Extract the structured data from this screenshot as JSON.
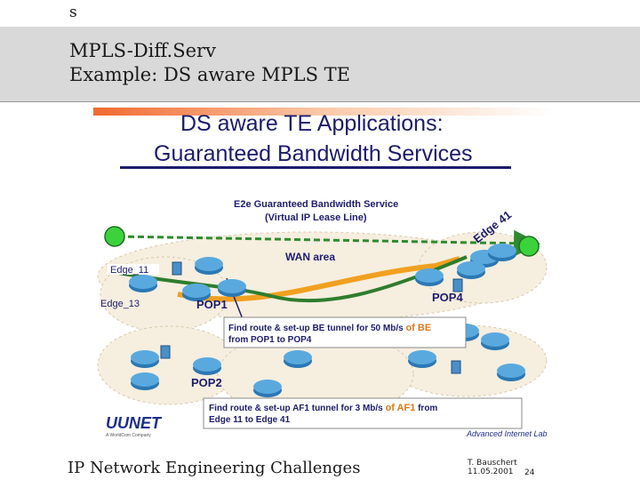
{
  "header": {
    "section_letter": "s",
    "title_line1": "MPLS-Diff.Serv",
    "title_line2": "Example: DS aware MPLS TE"
  },
  "figure": {
    "heading_line1": "DS aware TE Applications:",
    "heading_line2": "Guaranteed Bandwidth Services",
    "service_label_line1": "E2e Guaranteed Bandwidth Service",
    "service_label_line2": "(Virtual IP Lease Line)",
    "edge41_label": "Edge 41",
    "wan_label": "WAN area",
    "edge11_label": "Edge_11",
    "edge13_label": "Edge_13",
    "pop1_label": "POP1",
    "pop2_label": "POP2",
    "pop4_label": "POP4",
    "be_box": {
      "line1_prefix": "Find route & set-up BE tunnel for 50 Mb/s ",
      "line1_highlight": "of BE",
      "line2": "from POP1 to POP4"
    },
    "af1_box": {
      "line1_prefix": "Find route & set-up AF1 tunnel for 3 Mb/s ",
      "line1_highlight": "of AF1",
      "line1_suffix": " from",
      "line2": "Edge  11 to Edge  41"
    },
    "logo_left": "UUNET",
    "logo_left_sub": "A WorldCom Company",
    "logo_right": "Advanced Internet Lab",
    "colors": {
      "heading_blue": "#1c1c6e",
      "service_green": "#2e8b2e",
      "be_orange": "#f0a020",
      "highlight_orange": "#e07818",
      "router_blue": "#2b78b4",
      "cloud_fill": "#f6eedf"
    }
  },
  "footer": {
    "text": "IP Network Engineering Challenges",
    "author": "T. Bauschert",
    "date": "11.05.2001",
    "page": "24"
  }
}
